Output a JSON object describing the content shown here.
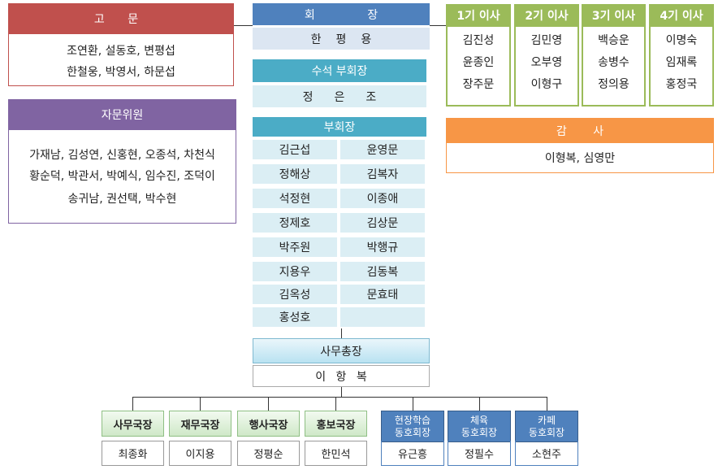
{
  "advisor": {
    "title": "고 문",
    "lines": [
      "조연환, 설동호, 변평섭",
      "한철웅, 박영서, 하문섭"
    ]
  },
  "consultants": {
    "title": "자문위원",
    "lines": [
      "가재남, 김성연, 신홍현, 오종석, 차천식",
      "황순덕, 박관서, 박예식, 임수진, 조덕이",
      "송귀남, 권선택, 박수현"
    ]
  },
  "chairman": {
    "title": "회 장",
    "name": "한평용"
  },
  "senior_vice": {
    "title": "수석 부회장",
    "name": "정은조"
  },
  "vice": {
    "title": "부회장",
    "names": [
      "김근섭",
      "윤영문",
      "정해상",
      "김복자",
      "석정현",
      "이종애",
      "정제호",
      "김상문",
      "박주원",
      "박행규",
      "지용우",
      "김동복",
      "김옥성",
      "문효태",
      "홍성호",
      ""
    ]
  },
  "directors": [
    {
      "title": "1기 이사",
      "names": [
        "김진성",
        "윤종인",
        "장주문"
      ]
    },
    {
      "title": "2기 이사",
      "names": [
        "김민영",
        "오부영",
        "이형구"
      ]
    },
    {
      "title": "3기 이사",
      "names": [
        "백승운",
        "송병수",
        "정의용"
      ]
    },
    {
      "title": "4기 이사",
      "names": [
        "이명숙",
        "임재록",
        "홍정국"
      ]
    }
  ],
  "auditor": {
    "title": "감 사",
    "names": "이형복, 심영만"
  },
  "secretary_general": {
    "title": "사무총장",
    "name": "이 항 복"
  },
  "departments": [
    {
      "title": "사무국장",
      "name": "최종화"
    },
    {
      "title": "재무국장",
      "name": "이지용"
    },
    {
      "title": "행사국장",
      "name": "정평순"
    },
    {
      "title": "홍보국장",
      "name": "한민석"
    }
  ],
  "clubs": [
    {
      "title_lines": [
        "현장학습",
        "동호회장"
      ],
      "name": "유근흥"
    },
    {
      "title_lines": [
        "체육",
        "동호회장"
      ],
      "name": "정필수"
    },
    {
      "title_lines": [
        "카페",
        "동호회장"
      ],
      "name": "소현주"
    }
  ]
}
